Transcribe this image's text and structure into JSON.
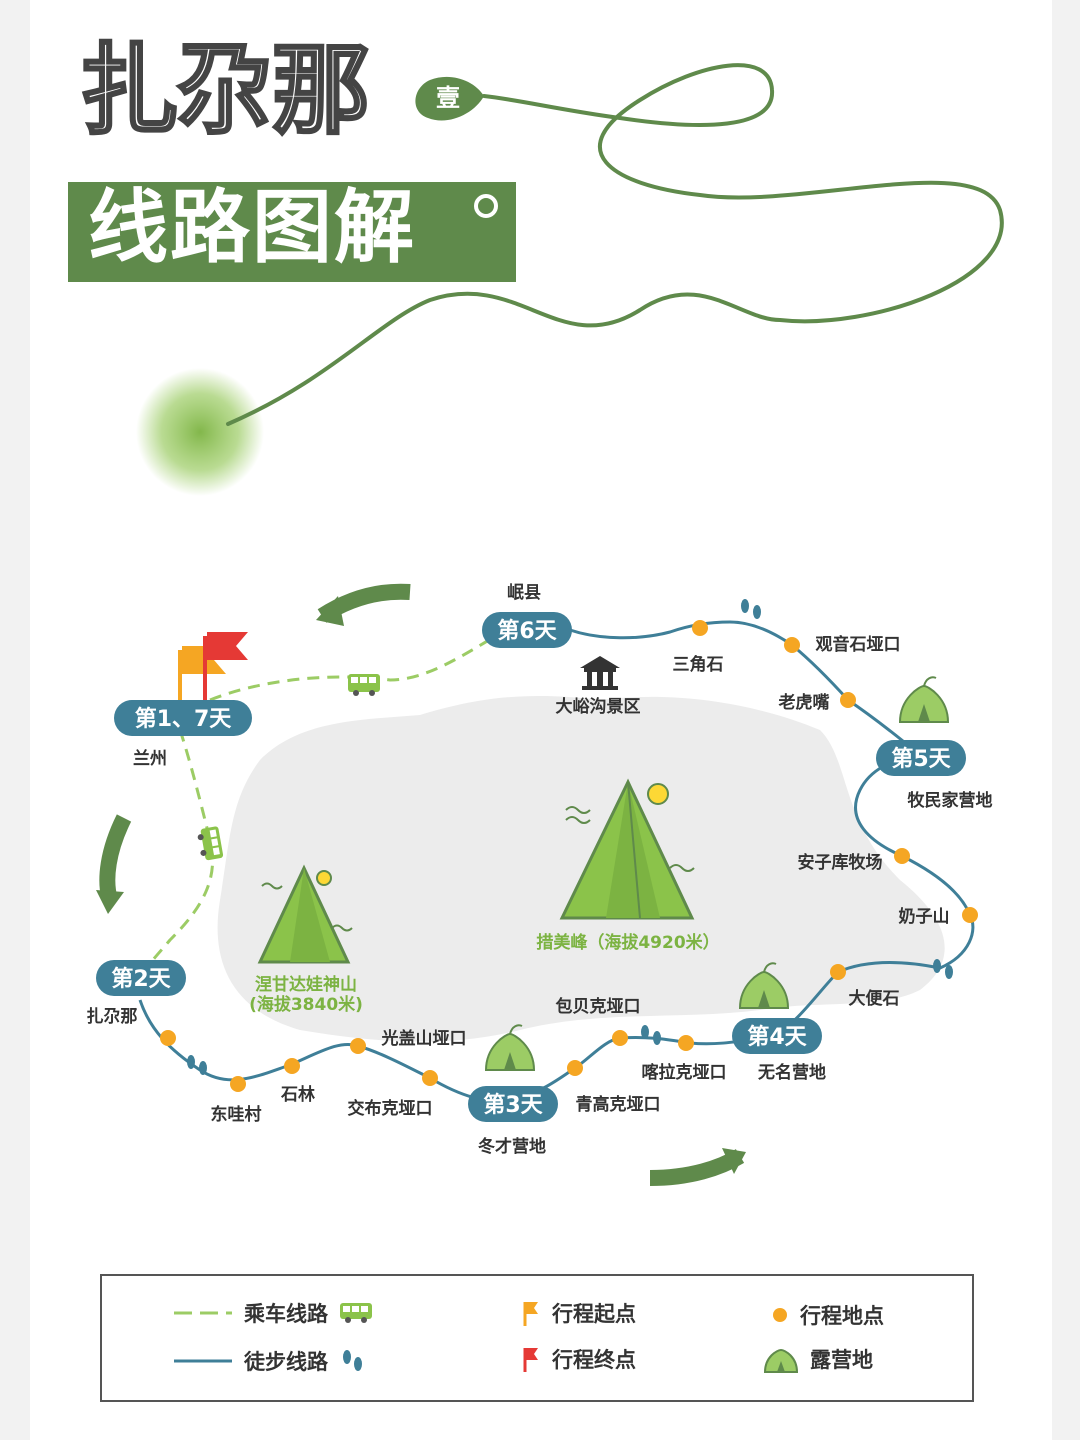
{
  "header": {
    "title_line1": "扎尕那",
    "title_line2": "线路图解",
    "badge": "壹"
  },
  "colors": {
    "green": "#5f8a4b",
    "light_green": "#8bc34a",
    "hike_blue": "#3f7f98",
    "stop_orange": "#f5a623",
    "start_flag": "#f5a623",
    "end_flag": "#e53935"
  },
  "map": {
    "days": {
      "d17": "第1、7天",
      "d2": "第2天",
      "d3": "第3天",
      "d4": "第4天",
      "d5": "第5天",
      "d6": "第6天"
    },
    "places": {
      "lanzhou": "兰州",
      "zhagana": "扎尕那",
      "dongwa": "东哇村",
      "shilin": "石林",
      "guanggai": "光盖山垭口",
      "jiaobuke": "交布克垭口",
      "dongcai": "冬才营地",
      "qinggaoke": "青高克垭口",
      "baobeike": "包贝克垭口",
      "kalake": "喀拉克垭口",
      "wuming": "无名营地",
      "dabianshi": "大便石",
      "naizishan": "奶子山",
      "anziku": "安子库牧场",
      "mumin": "牧民家营地",
      "laohu": "老虎嘴",
      "guanyin": "观音石垭口",
      "sanjiao": "三角石",
      "minxian": "岷县",
      "dayu": "大峪沟景区"
    },
    "peaks": {
      "niegan_name": "涅甘达娃神山",
      "niegan_alt": "(海拔3840米)",
      "cuomei": "措美峰（海拔4920米）"
    }
  },
  "legend": {
    "drive": "乘车线路",
    "hike": "徒步线路",
    "start": "行程起点",
    "end": "行程终点",
    "stop": "行程地点",
    "camp": "露营地"
  }
}
